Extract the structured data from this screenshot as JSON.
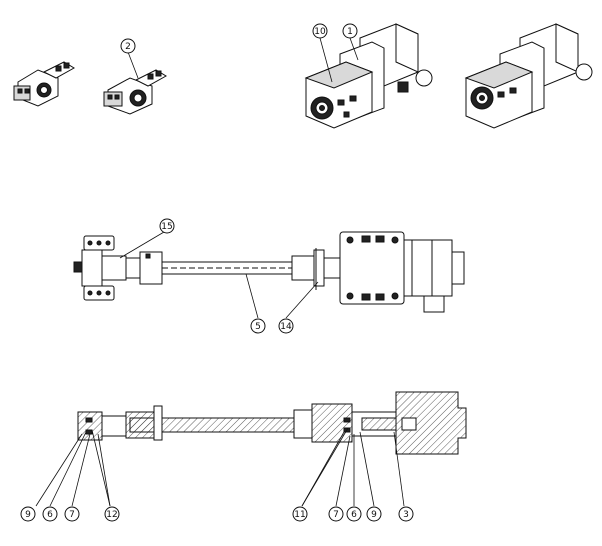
{
  "balloons": {
    "b1": "1",
    "b2": "2",
    "b3": "3",
    "b5": "5",
    "b6a": "6",
    "b6b": "6",
    "b7a": "7",
    "b7b": "7",
    "b9a": "9",
    "b9b": "9",
    "b10": "10",
    "b11": "11",
    "b12": "12",
    "b14": "14",
    "b15": "15"
  }
}
